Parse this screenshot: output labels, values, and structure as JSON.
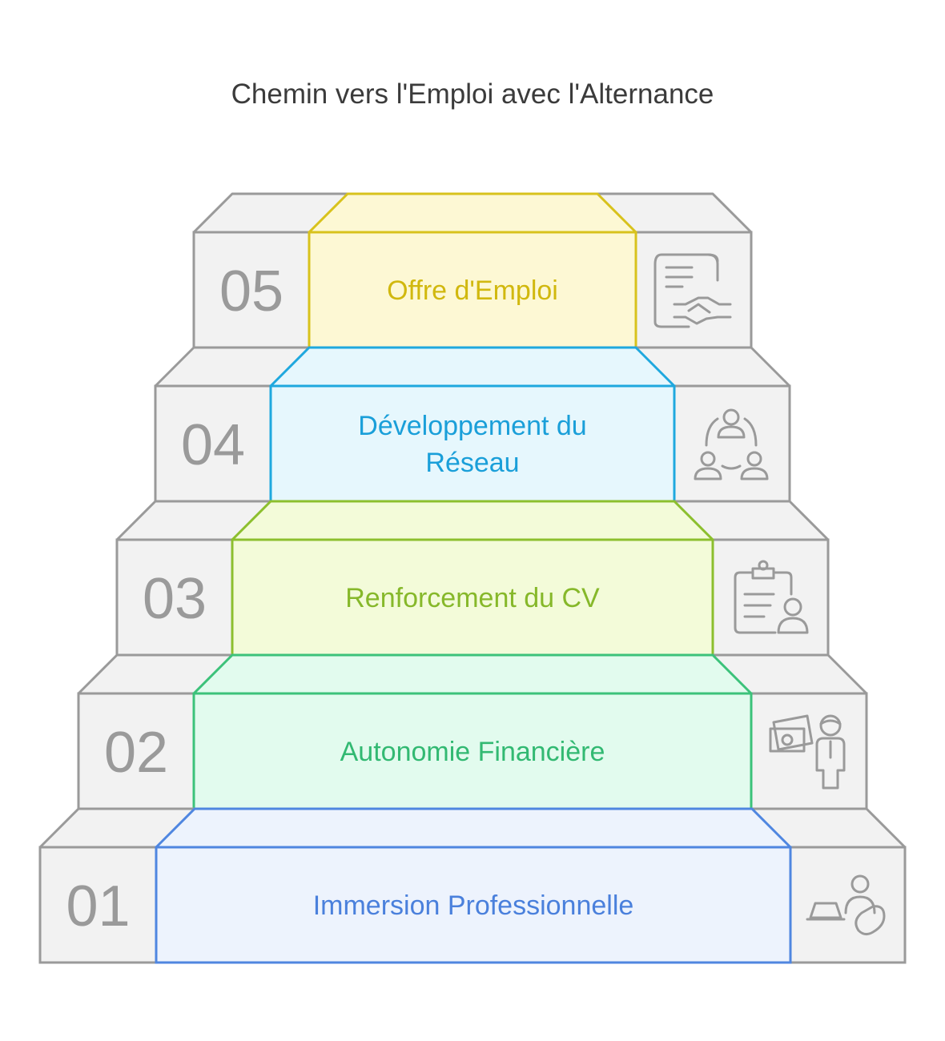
{
  "title": "Chemin vers l'Emploi avec l'Alternance",
  "steps": [
    {
      "number": "05",
      "lines": [
        "Offre d'Emploi"
      ],
      "icon": "contract-handshake-icon",
      "stroke": "#d8c21c",
      "fill": "#fdf8d4",
      "text": "#d1b80e"
    },
    {
      "number": "04",
      "lines": [
        "Développement du",
        "Réseau"
      ],
      "icon": "network-people-icon",
      "stroke": "#1fa8de",
      "fill": "#e6f7fd",
      "text": "#1a9fd9"
    },
    {
      "number": "03",
      "lines": [
        "Renforcement du CV"
      ],
      "icon": "clipboard-resume-icon",
      "stroke": "#8cbf2e",
      "fill": "#f3fbd9",
      "text": "#86b82a"
    },
    {
      "number": "02",
      "lines": [
        "Autonomie Financière"
      ],
      "icon": "money-person-icon",
      "stroke": "#3cc27a",
      "fill": "#e2fbee",
      "text": "#32b972"
    },
    {
      "number": "01",
      "lines": [
        "Immersion Professionnelle"
      ],
      "icon": "laptop-person-icon",
      "stroke": "#4f86e0",
      "fill": "#edf3fd",
      "text": "#4a80dc"
    }
  ]
}
